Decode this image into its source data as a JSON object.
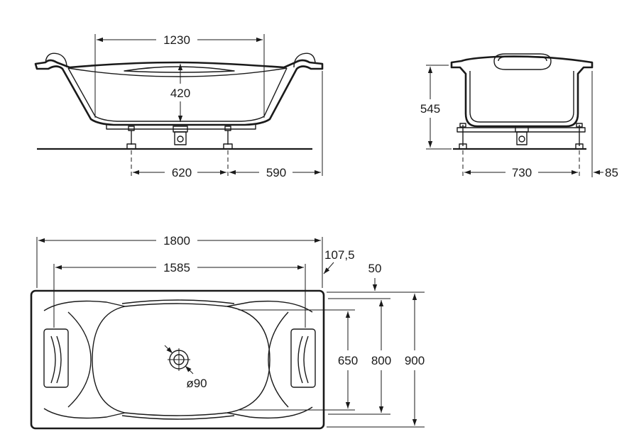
{
  "side_view": {
    "dim_top": "1230",
    "dim_depth": "420",
    "dim_legs": "620",
    "dim_end": "590"
  },
  "end_view": {
    "dim_height": "545",
    "dim_legs": "730",
    "dim_offset": "85"
  },
  "plan_view": {
    "dim_length": "1800",
    "dim_inner_length": "1585",
    "dim_right_offset": "107,5",
    "dim_top_offset": "50",
    "dim_650": "650",
    "dim_800": "800",
    "dim_900": "900",
    "dim_drain": "ø90"
  }
}
